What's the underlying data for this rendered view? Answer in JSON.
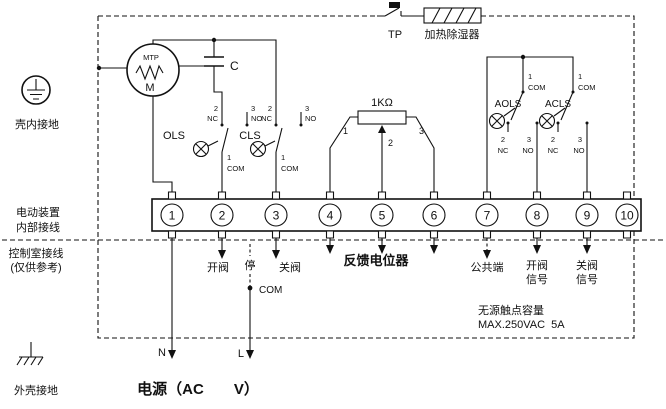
{
  "diagram": {
    "tp_label": "TP",
    "heater_label": "加热除湿器",
    "motor": {
      "mtp": "MTP",
      "m": "M"
    },
    "capacitor_label": "C",
    "switch_labels": {
      "ols": "OLS",
      "cls": "CLS",
      "aols": "AOLS",
      "acls": "ACLS"
    },
    "contact": {
      "one": "1",
      "two": "2",
      "three": "3",
      "nc": "NC",
      "no": "NO",
      "com": "COM"
    },
    "pot_label": "1KΩ",
    "terminals": [
      "1",
      "2",
      "3",
      "4",
      "5",
      "6",
      "7",
      "8",
      "9",
      "10"
    ],
    "grounds": {
      "shell": "壳内接地",
      "case": "外壳接地"
    },
    "regions": {
      "internal_line1": "电动装置",
      "internal_line2": "内部接线",
      "control_line1": "控制室接线",
      "control_line2": "(仅供参考)"
    },
    "external": {
      "open": "开阀",
      "stop": "停",
      "close": "关阀",
      "com": "COM",
      "feedback": "反馈电位器",
      "common": "公共端",
      "signal": "信号",
      "rating_line1": "无源触点容量",
      "rating_line2": "MAX.250VAC  5A",
      "neutral": "N",
      "live": "L",
      "power": "电源（AC　　V）"
    }
  }
}
